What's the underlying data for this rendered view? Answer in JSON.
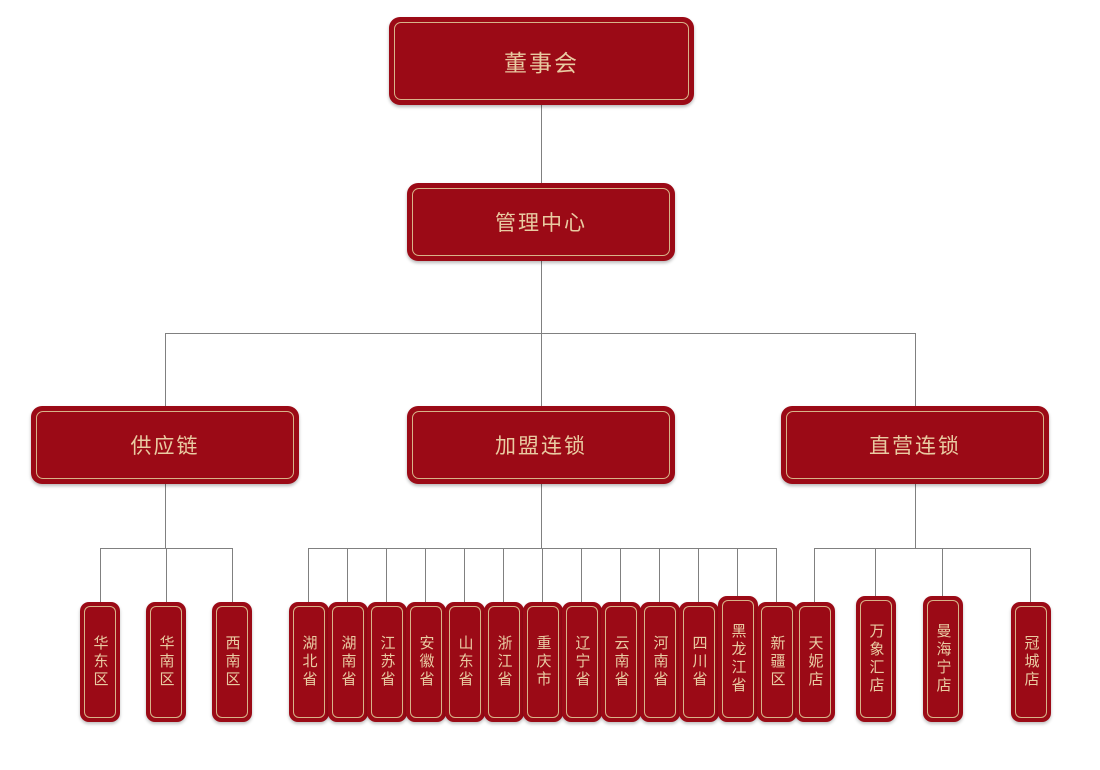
{
  "chart": {
    "type": "org-chart",
    "title": "",
    "colors": {
      "node_fill": "#9B0A16",
      "node_inner_border": "#D8B489",
      "label_text": "#E9CBA2",
      "connector": "#808080",
      "background": "#FFFFFF"
    },
    "levels": [
      {
        "level": 1,
        "nodes": [
          {
            "id": "board",
            "label": "董事会"
          }
        ]
      },
      {
        "level": 2,
        "nodes": [
          {
            "id": "mgmt",
            "label": "管理中心",
            "parent": "board"
          }
        ]
      },
      {
        "level": 3,
        "nodes": [
          {
            "id": "supply",
            "label": "供应链",
            "parent": "mgmt"
          },
          {
            "id": "franchise",
            "label": "加盟连锁",
            "parent": "mgmt"
          },
          {
            "id": "direct",
            "label": "直营连锁",
            "parent": "mgmt"
          }
        ]
      },
      {
        "level": 4,
        "groups": [
          {
            "parent": "supply",
            "nodes": [
              {
                "label": "华东区"
              },
              {
                "label": "华南区"
              },
              {
                "label": "西南区"
              }
            ]
          },
          {
            "parent": "franchise",
            "nodes": [
              {
                "label": "湖北省"
              },
              {
                "label": "湖南省"
              },
              {
                "label": "江苏省"
              },
              {
                "label": "安徽省"
              },
              {
                "label": "山东省"
              },
              {
                "label": "浙江省"
              },
              {
                "label": "重庆市"
              },
              {
                "label": "辽宁省"
              },
              {
                "label": "云南省"
              },
              {
                "label": "河南省"
              },
              {
                "label": "四川省"
              },
              {
                "label": "黑龙江省"
              },
              {
                "label": "新疆区"
              }
            ]
          },
          {
            "parent": "direct",
            "nodes": [
              {
                "label": "天妮店"
              },
              {
                "label": "万象汇店"
              },
              {
                "label": "曼海宁店"
              },
              {
                "label": "冠城店"
              }
            ]
          }
        ]
      }
    ]
  },
  "layout": {
    "leaf_positions_supply": [
      80,
      146,
      212
    ],
    "leaf_positions_franchise": [
      288,
      327,
      366,
      405,
      444,
      483,
      522,
      561,
      600,
      639,
      678,
      717,
      756
    ],
    "leaf_positions_direct": [
      794,
      855,
      916,
      1010
    ]
  }
}
